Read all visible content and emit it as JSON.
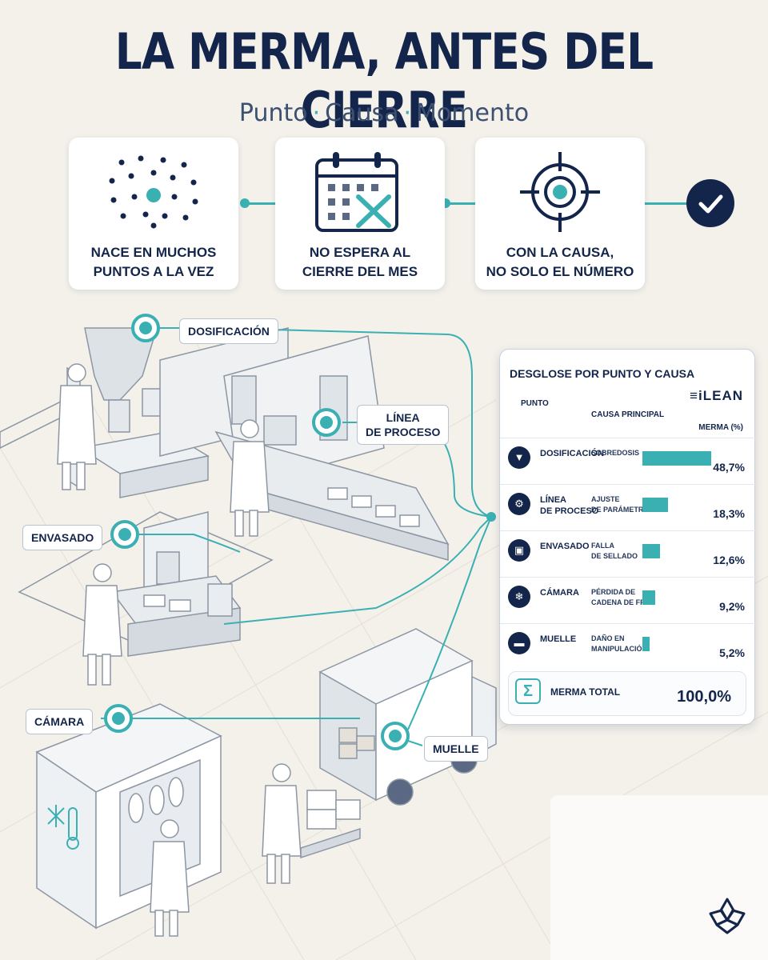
{
  "header": {
    "title": "LA MERMA, ANTES DEL CIERRE",
    "subtitle_items": [
      "Punto",
      "Causa",
      "Momento"
    ],
    "subtitle_sep": "·"
  },
  "cards": [
    {
      "line1": "NACE EN MUCHOS",
      "line2": "PUNTOS A LA VEZ",
      "icon": "scattered-dots-icon"
    },
    {
      "line1": "NO ESPERA AL",
      "line2": "CIERRE DEL MES",
      "icon": "calendar-x-icon"
    },
    {
      "line1": "CON LA CAUSA,",
      "line2": "NO SOLO EL NÚMERO",
      "icon": "target-icon"
    }
  ],
  "check_icon": "check-icon",
  "labels": {
    "dosificacion": "DOSIFICACIÓN",
    "linea_1": "LÍNEA",
    "linea_2": "DE PROCESO",
    "envasado": "ENVASADO",
    "camara": "CÁMARA",
    "muelle": "MUELLE"
  },
  "panel": {
    "title": "DESGLOSE POR PUNTO Y CAUSA",
    "brand": "≡iLEAN",
    "col_punto": "PUNTO",
    "col_causa": "CAUSA PRINCIPAL",
    "col_merma": "MERMA (%)",
    "rows": [
      {
        "punto": "DOSIFICACIÓN",
        "punto2": "",
        "causa": "SOBREDOSIS",
        "causa2": "",
        "pct": 48.7,
        "label": "48,7%",
        "icon": "hopper-icon"
      },
      {
        "punto": "LÍNEA",
        "punto2": "DE PROCESO",
        "causa": "AJUSTE",
        "causa2": "DE PARÁMETROS",
        "pct": 18.3,
        "label": "18,3%",
        "icon": "gears-icon"
      },
      {
        "punto": "ENVASADO",
        "punto2": "",
        "causa": "FALLA",
        "causa2": "DE SELLADO",
        "pct": 12.6,
        "label": "12,6%",
        "icon": "package-icon"
      },
      {
        "punto": "CÁMARA",
        "punto2": "",
        "causa": "PÉRDIDA DE",
        "causa2": "CADENA DE FRÍO",
        "pct": 9.2,
        "label": "9,2%",
        "icon": "thermometer-icon"
      },
      {
        "punto": "MUELLE",
        "punto2": "",
        "causa": "DAÑO EN",
        "causa2": "MANIPULACIÓN",
        "pct": 5.2,
        "label": "5,2%",
        "icon": "truck-icon"
      }
    ],
    "total_label": "MERMA TOTAL",
    "total_value": "100,0%",
    "total_icon": "sigma-icon"
  },
  "colors": {
    "navy": "#13254a",
    "teal": "#3bb0b3",
    "background": "#f4f1eb"
  }
}
